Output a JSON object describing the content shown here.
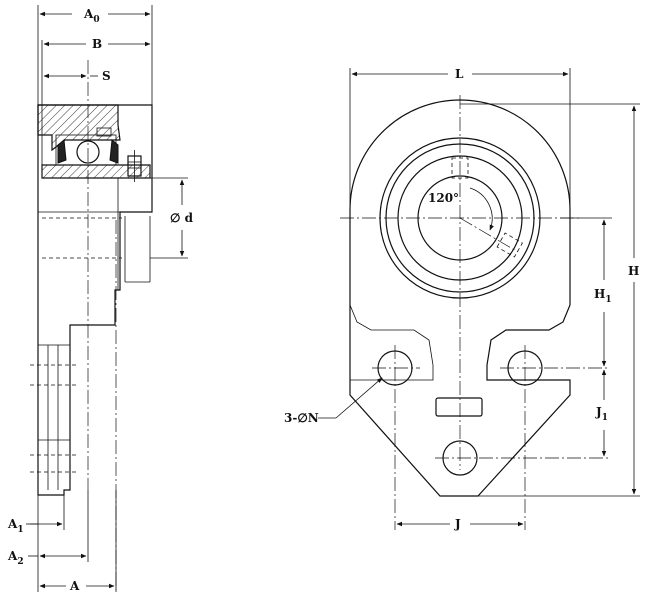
{
  "dimensions": {
    "A0": {
      "main": "A",
      "sub": "0"
    },
    "B": {
      "main": "B"
    },
    "S": {
      "main": "S"
    },
    "d": {
      "main": "∅ d"
    },
    "A1": {
      "main": "A",
      "sub": "1"
    },
    "A2": {
      "main": "A",
      "sub": "2"
    },
    "A": {
      "main": "A"
    },
    "L": {
      "main": "L"
    },
    "H": {
      "main": "H"
    },
    "H1": {
      "main": "H",
      "sub": "1"
    },
    "J1": {
      "main": "J",
      "sub": "1"
    },
    "J": {
      "main": "J"
    },
    "N": {
      "main": "3-∅N"
    },
    "angle": {
      "main": "120°"
    }
  }
}
